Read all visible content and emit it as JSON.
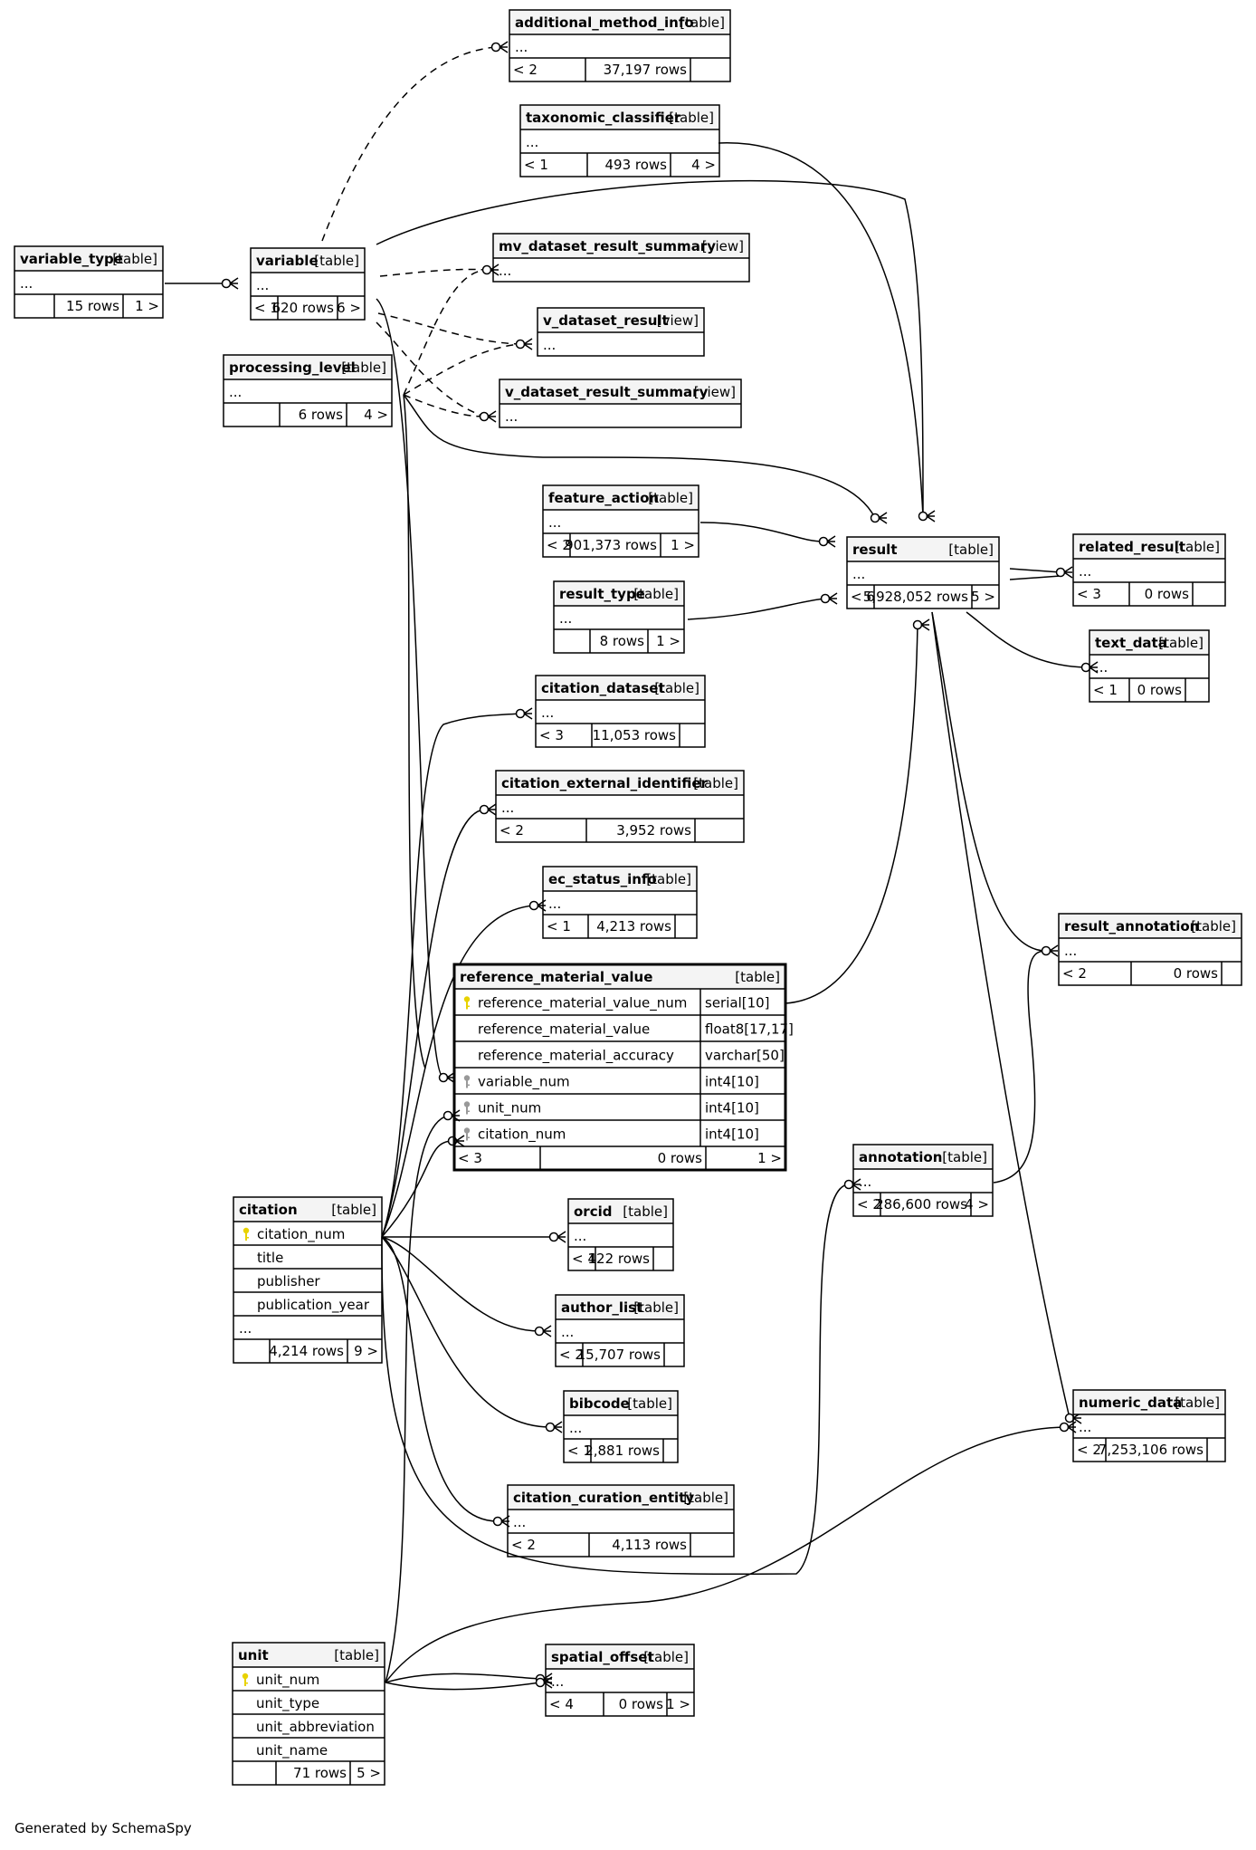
{
  "footer": "Generated by SchemaSpy",
  "tables": [
    {
      "id": "additional_method_info",
      "name": "additional_method_info",
      "kind": "[table]",
      "cols": [],
      "stats": [
        "< 2",
        "37,197 rows",
        ""
      ]
    },
    {
      "id": "taxonomic_classifier",
      "name": "taxonomic_classifier",
      "kind": "[table]",
      "cols": [],
      "stats": [
        "< 1",
        "493 rows",
        "4 >"
      ]
    },
    {
      "id": "variable_type",
      "name": "variable_type",
      "kind": "[table]",
      "cols": [],
      "stats": [
        "",
        "15 rows",
        "1 >"
      ]
    },
    {
      "id": "variable",
      "name": "variable",
      "kind": "[table]",
      "cols": [],
      "stats": [
        "< 1",
        "620 rows",
        "6 >"
      ]
    },
    {
      "id": "mv_dataset_result_summary",
      "name": "mv_dataset_result_summary",
      "kind": "[view]",
      "cols": [],
      "stats": null
    },
    {
      "id": "v_dataset_result",
      "name": "v_dataset_result",
      "kind": "[view]",
      "cols": [],
      "stats": null
    },
    {
      "id": "processing_level",
      "name": "processing_level",
      "kind": "[table]",
      "cols": [],
      "stats": [
        "",
        "6 rows",
        "4 >"
      ]
    },
    {
      "id": "v_dataset_result_summary",
      "name": "v_dataset_result_summary",
      "kind": "[view]",
      "cols": [],
      "stats": null
    },
    {
      "id": "feature_action",
      "name": "feature_action",
      "kind": "[table]",
      "cols": [],
      "stats": [
        "< 2",
        "901,373 rows",
        "1 >"
      ]
    },
    {
      "id": "result",
      "name": "result",
      "kind": "[table]",
      "cols": [],
      "stats": [
        "< 6",
        "5,928,052 rows",
        "5 >"
      ]
    },
    {
      "id": "related_result",
      "name": "related_result",
      "kind": "[table]",
      "cols": [],
      "stats": [
        "< 3",
        "0 rows",
        ""
      ]
    },
    {
      "id": "result_type",
      "name": "result_type",
      "kind": "[table]",
      "cols": [],
      "stats": [
        "",
        "8 rows",
        "1 >"
      ]
    },
    {
      "id": "text_data",
      "name": "text_data",
      "kind": "[table]",
      "cols": [],
      "stats": [
        "< 1",
        "0 rows",
        ""
      ]
    },
    {
      "id": "citation_dataset",
      "name": "citation_dataset",
      "kind": "[table]",
      "cols": [],
      "stats": [
        "< 3",
        "11,053 rows",
        ""
      ]
    },
    {
      "id": "citation_external_identifier",
      "name": "citation_external_identifier",
      "kind": "[table]",
      "cols": [],
      "stats": [
        "< 2",
        "3,952 rows",
        ""
      ]
    },
    {
      "id": "ec_status_info",
      "name": "ec_status_info",
      "kind": "[table]",
      "cols": [],
      "stats": [
        "< 1",
        "4,213 rows",
        ""
      ]
    },
    {
      "id": "result_annotation",
      "name": "result_annotation",
      "kind": "[table]",
      "cols": [],
      "stats": [
        "< 2",
        "0 rows",
        ""
      ]
    },
    {
      "id": "reference_material_value",
      "name": "reference_material_value",
      "kind": "[table]",
      "main": true,
      "cols": [
        {
          "key": "pk",
          "name": "reference_material_value_num",
          "type": "serial[10]"
        },
        {
          "key": "",
          "name": "reference_material_value",
          "type": "float8[17,17]"
        },
        {
          "key": "",
          "name": "reference_material_accuracy",
          "type": "varchar[50]"
        },
        {
          "key": "fk",
          "name": "variable_num",
          "type": "int4[10]"
        },
        {
          "key": "fk",
          "name": "unit_num",
          "type": "int4[10]"
        },
        {
          "key": "fk",
          "name": "citation_num",
          "type": "int4[10]"
        }
      ],
      "stats": [
        "< 3",
        "0 rows",
        "1 >"
      ]
    },
    {
      "id": "annotation",
      "name": "annotation",
      "kind": "[table]",
      "cols": [],
      "stats": [
        "< 2",
        "286,600 rows",
        "4 >"
      ]
    },
    {
      "id": "citation",
      "name": "citation",
      "kind": "[table]",
      "cols": [
        {
          "key": "pk",
          "name": "citation_num"
        },
        {
          "key": "",
          "name": "title"
        },
        {
          "key": "",
          "name": "publisher"
        },
        {
          "key": "",
          "name": "publication_year"
        },
        {
          "key": "",
          "name": "..."
        }
      ],
      "stats": [
        "",
        "4,214 rows",
        "9 >"
      ]
    },
    {
      "id": "orcid",
      "name": "orcid",
      "kind": "[table]",
      "cols": [],
      "stats": [
        "< 1",
        "422 rows",
        ""
      ]
    },
    {
      "id": "author_list",
      "name": "author_list",
      "kind": "[table]",
      "cols": [],
      "stats": [
        "< 2",
        "15,707 rows",
        ""
      ]
    },
    {
      "id": "bibcode",
      "name": "bibcode",
      "kind": "[table]",
      "cols": [],
      "stats": [
        "< 1",
        "2,881 rows",
        ""
      ]
    },
    {
      "id": "numeric_data",
      "name": "numeric_data",
      "kind": "[table]",
      "cols": [],
      "stats": [
        "< 2",
        "7,253,106 rows",
        ""
      ]
    },
    {
      "id": "citation_curation_entity",
      "name": "citation_curation_entity",
      "kind": "[table]",
      "cols": [],
      "stats": [
        "< 2",
        "4,113 rows",
        ""
      ]
    },
    {
      "id": "unit",
      "name": "unit",
      "kind": "[table]",
      "cols": [
        {
          "key": "pk",
          "name": "unit_num"
        },
        {
          "key": "",
          "name": "unit_type"
        },
        {
          "key": "",
          "name": "unit_abbreviation"
        },
        {
          "key": "",
          "name": "unit_name"
        }
      ],
      "stats": [
        "",
        "71 rows",
        "5 >"
      ]
    },
    {
      "id": "spatial_offset",
      "name": "spatial_offset",
      "kind": "[table]",
      "cols": [],
      "stats": [
        "< 4",
        "0 rows",
        "1 >"
      ]
    }
  ],
  "ellipsis": "...",
  "key_icon_color": "#e8d200",
  "fk_icon_color": "#999999"
}
